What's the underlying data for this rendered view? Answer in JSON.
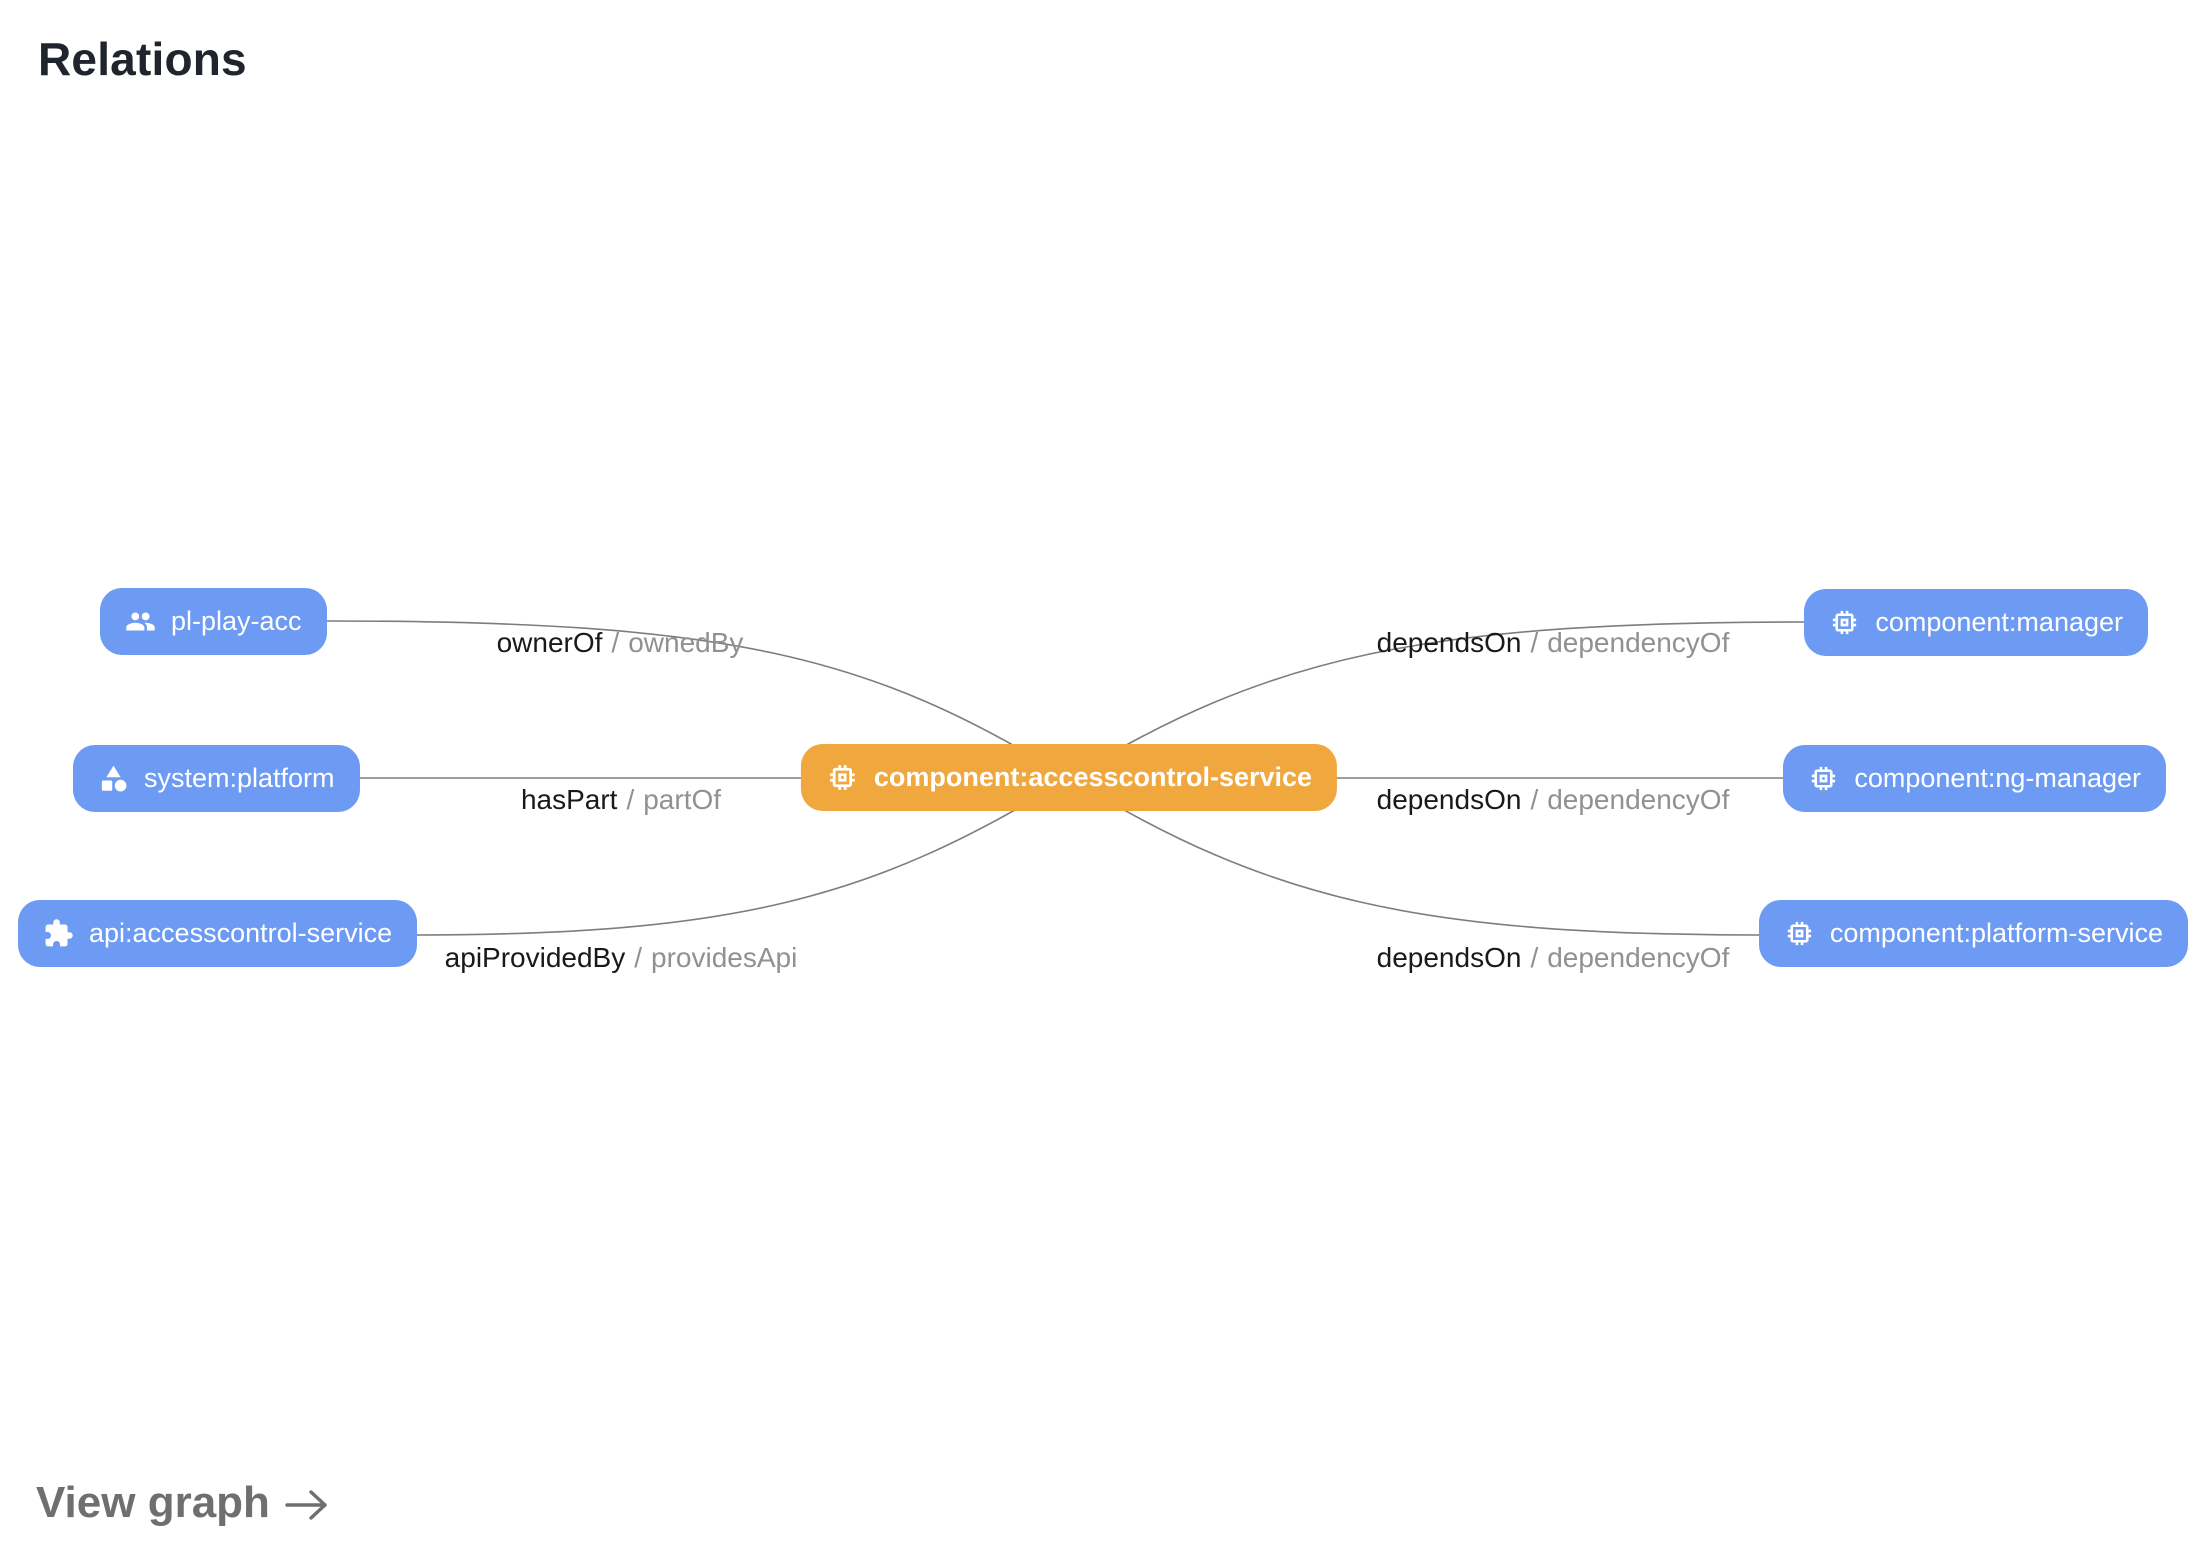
{
  "header": {
    "title": "Relations"
  },
  "colors": {
    "node_blue": "#6d9bf3",
    "node_orange": "#f0a73d",
    "edge_gray": "#7d7d7d",
    "label_primary": "#17191d",
    "label_secondary": "#8f9194"
  },
  "graph": {
    "center_node": {
      "label": "component:accesscontrol-service",
      "icon": "chip-icon"
    },
    "left_nodes": [
      {
        "label": "pl-play-acc",
        "icon": "group-icon"
      },
      {
        "label": "system:platform",
        "icon": "category-icon"
      },
      {
        "label": "api:accesscontrol-service",
        "icon": "puzzle-icon"
      }
    ],
    "right_nodes": [
      {
        "label": "component:manager",
        "icon": "chip-icon"
      },
      {
        "label": "component:ng-manager",
        "icon": "chip-icon"
      },
      {
        "label": "component:platform-service",
        "icon": "chip-icon"
      }
    ],
    "edge_labels": {
      "left": [
        {
          "forward": "ownerOf",
          "separator": "/",
          "reverse": "ownedBy"
        },
        {
          "forward": "hasPart",
          "separator": "/",
          "reverse": "partOf"
        },
        {
          "forward": "apiProvidedBy",
          "separator": "/",
          "reverse": "providesApi"
        }
      ],
      "right": [
        {
          "forward": "dependsOn",
          "separator": "/",
          "reverse": "dependencyOf"
        },
        {
          "forward": "dependsOn",
          "separator": "/",
          "reverse": "dependencyOf"
        },
        {
          "forward": "dependsOn",
          "separator": "/",
          "reverse": "dependencyOf"
        }
      ]
    }
  },
  "footer": {
    "view_graph_label": "View graph"
  }
}
